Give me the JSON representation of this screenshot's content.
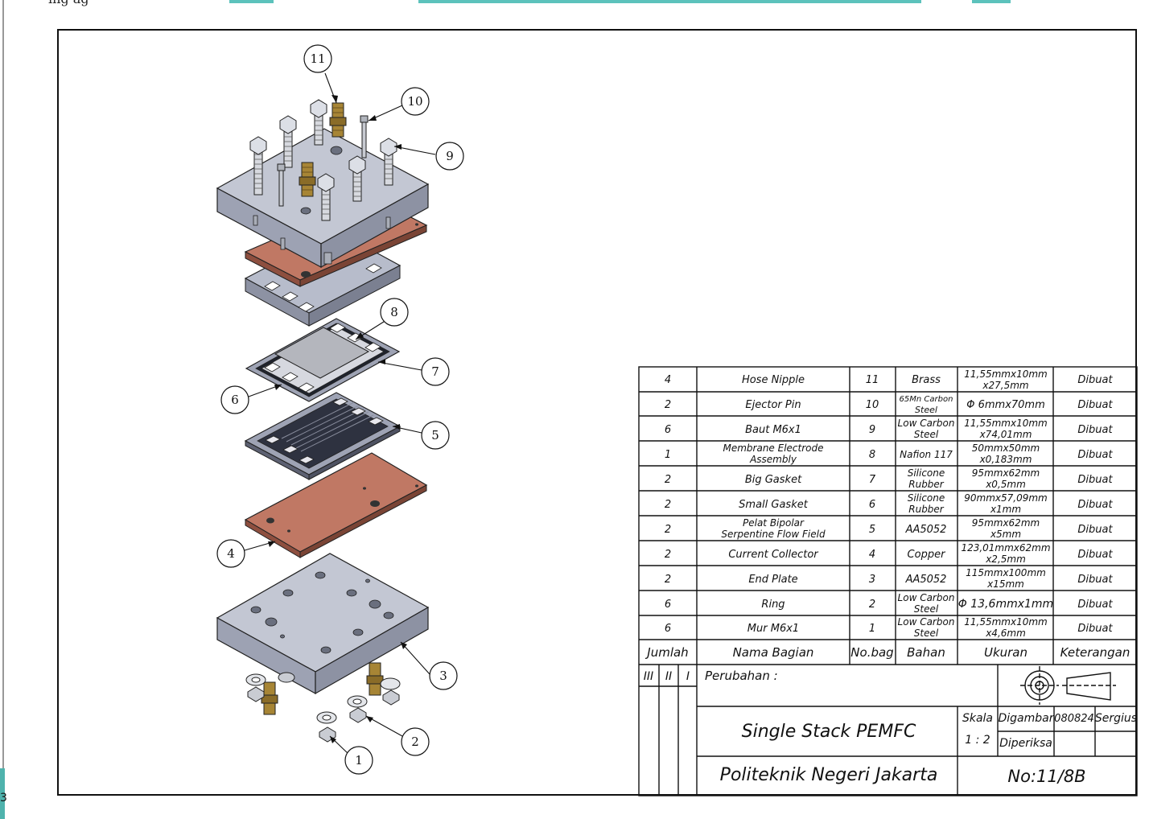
{
  "page": {
    "top_caption": "ing ag"
  },
  "diagram": {
    "callouts": [
      "1",
      "2",
      "3",
      "4",
      "5",
      "6",
      "7",
      "8",
      "9",
      "10",
      "11"
    ]
  },
  "parts_table": {
    "rows": [
      {
        "jumlah": "4",
        "nama": [
          "Hose Nipple"
        ],
        "no": "11",
        "bahan": [
          "Brass"
        ],
        "ukuran": [
          "11,55mmx10mm",
          "x27,5mm"
        ],
        "ket": "Dibuat"
      },
      {
        "jumlah": "2",
        "nama": [
          "Ejector Pin"
        ],
        "no": "10",
        "bahan": [
          "65Mn Carbon",
          "Steel"
        ],
        "ukuran": [
          "Φ 6mmx70mm"
        ],
        "ket": "Dibuat"
      },
      {
        "jumlah": "6",
        "nama": [
          "Baut M6x1"
        ],
        "no": "9",
        "bahan": [
          "Low Carbon",
          "Steel"
        ],
        "ukuran": [
          "11,55mmx10mm",
          "x74,01mm"
        ],
        "ket": "Dibuat"
      },
      {
        "jumlah": "1",
        "nama": [
          "Membrane Electrode",
          "Assembly"
        ],
        "no": "8",
        "bahan": [
          "Nafion 117"
        ],
        "ukuran": [
          "50mmx50mm",
          "x0,183mm"
        ],
        "ket": "Dibuat"
      },
      {
        "jumlah": "2",
        "nama": [
          "Big Gasket"
        ],
        "no": "7",
        "bahan": [
          "Silicone",
          "Rubber"
        ],
        "ukuran": [
          "95mmx62mm",
          "x0,5mm"
        ],
        "ket": "Dibuat"
      },
      {
        "jumlah": "2",
        "nama": [
          "Small Gasket"
        ],
        "no": "6",
        "bahan": [
          "Silicone",
          "Rubber"
        ],
        "ukuran": [
          "90mmx57,09mm",
          "x1mm"
        ],
        "ket": "Dibuat"
      },
      {
        "jumlah": "2",
        "nama": [
          "Pelat Bipolar",
          "Serpentine Flow Field"
        ],
        "no": "5",
        "bahan": [
          "AA5052"
        ],
        "ukuran": [
          "95mmx62mm",
          "x5mm"
        ],
        "ket": "Dibuat"
      },
      {
        "jumlah": "2",
        "nama": [
          "Current Collector"
        ],
        "no": "4",
        "bahan": [
          "Copper"
        ],
        "ukuran": [
          "123,01mmx62mm",
          "x2,5mm"
        ],
        "ket": "Dibuat"
      },
      {
        "jumlah": "2",
        "nama": [
          "End Plate"
        ],
        "no": "3",
        "bahan": [
          "AA5052"
        ],
        "ukuran": [
          "115mmx100mm",
          "x15mm"
        ],
        "ket": "Dibuat"
      },
      {
        "jumlah": "6",
        "nama": [
          "Ring"
        ],
        "no": "2",
        "bahan": [
          "Low Carbon",
          "Steel"
        ],
        "ukuran": [
          "Φ 13,6mmx1mm"
        ],
        "ket": "Dibuat"
      },
      {
        "jumlah": "6",
        "nama": [
          "Mur M6x1"
        ],
        "no": "1",
        "bahan": [
          "Low Carbon",
          "Steel"
        ],
        "ukuran": [
          "11,55mmx10mm",
          "x4,6mm"
        ],
        "ket": "Dibuat"
      }
    ],
    "headers": {
      "jumlah": "Jumlah",
      "nama": "Nama Bagian",
      "no": "No.bag",
      "bahan": "Bahan",
      "ukuran": "Ukuran",
      "ket": "Keterangan"
    }
  },
  "title_block": {
    "rev_cols": [
      "III",
      "II",
      "I"
    ],
    "perubahan": "Perubahan :",
    "title": "Single Stack PEMFC",
    "institution": "Politeknik Negeri Jakarta",
    "skala_label": "Skala",
    "skala_value": "1 : 2",
    "digambar_label": "Digambar",
    "digambar_date": "080824",
    "digambar_name": "Sergius",
    "diperiksa_label": "Diperiksa",
    "drawing_no": "No:11/8B"
  },
  "colors": {
    "copper": "#b87060",
    "aluminum": "#b7bccb",
    "teal_accent": "#4fb3ad",
    "brass": "#a78535"
  }
}
